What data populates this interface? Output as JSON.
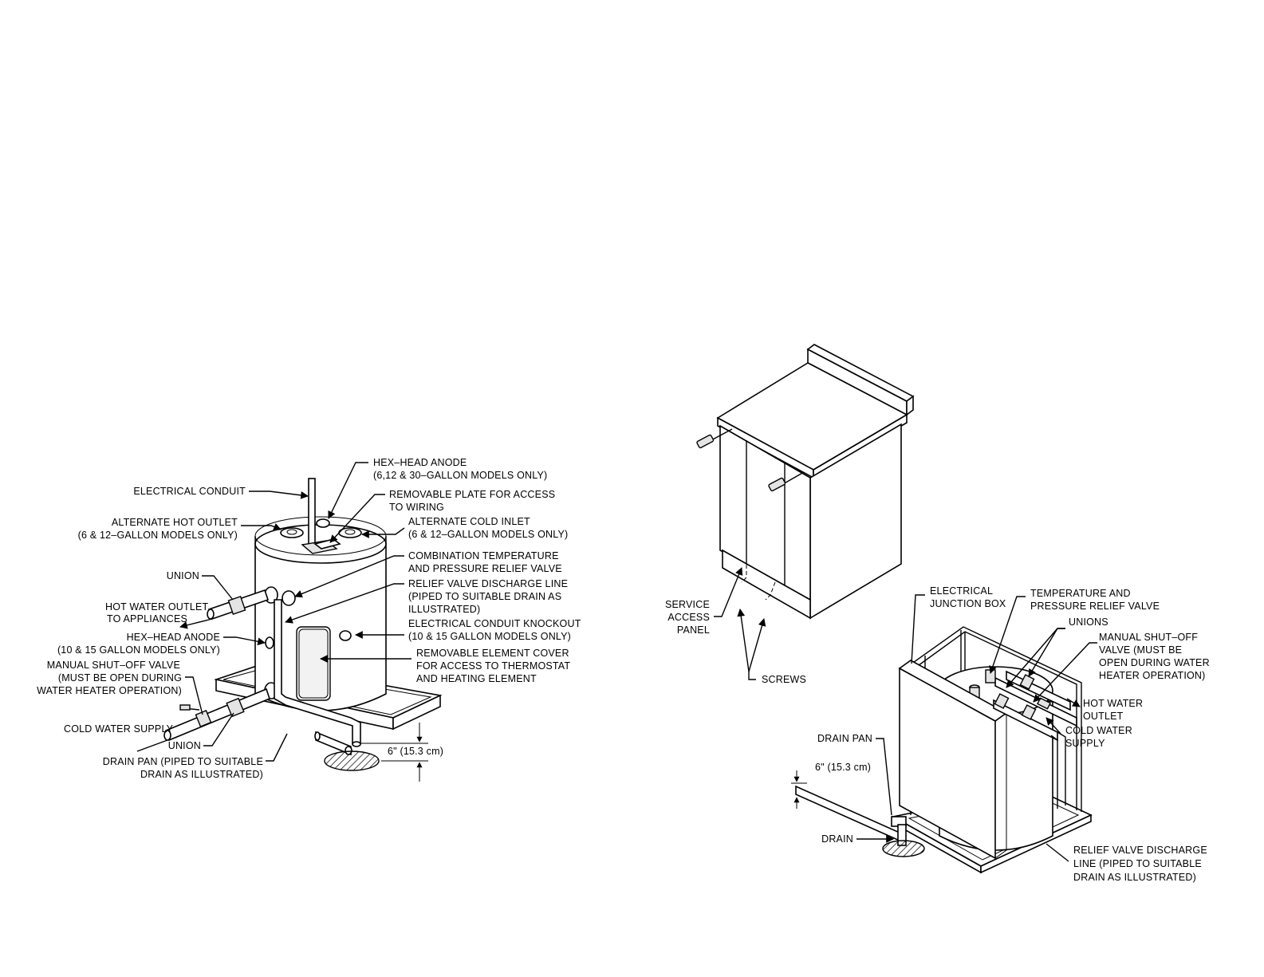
{
  "left_diagram": {
    "hex_head_anode_top": [
      "HEX–HEAD ANODE",
      "(6,12 & 30–GALLON MODELS ONLY)"
    ],
    "electrical_conduit": [
      "ELECTRICAL CONDUIT"
    ],
    "removable_plate": [
      "REMOVABLE PLATE FOR ACCESS",
      "TO WIRING"
    ],
    "alternate_hot_outlet": [
      "ALTERNATE HOT OUTLET",
      "(6 & 12–GALLON MODELS ONLY)"
    ],
    "alternate_cold_inlet": [
      "ALTERNATE COLD INLET",
      "(6 & 12–GALLON MODELS ONLY)"
    ],
    "combination_tp_valve": [
      "COMBINATION TEMPERATURE",
      "AND PRESSURE RELIEF VALVE"
    ],
    "union_top": [
      "UNION"
    ],
    "relief_valve_discharge": [
      "RELIEF VALVE DISCHARGE LINE",
      "(PIPED TO SUITABLE DRAIN AS",
      "ILLUSTRATED)"
    ],
    "hot_water_outlet": [
      "HOT WATER OUTLET",
      "TO APPLIANCES"
    ],
    "electrical_conduit_knockout": [
      "ELECTRICAL CONDUIT KNOCKOUT",
      "(10 & 15 GALLON MODELS ONLY)"
    ],
    "hex_head_anode_side": [
      "HEX–HEAD ANODE",
      "(10 & 15 GALLON MODELS ONLY)"
    ],
    "removable_element_cover": [
      "REMOVABLE ELEMENT COVER",
      "FOR ACCESS TO THERMOSTAT",
      "AND HEATING ELEMENT"
    ],
    "manual_shutoff": [
      "MANUAL SHUT–OFF VALVE",
      "(MUST BE OPEN DURING",
      "WATER HEATER OPERATION)"
    ],
    "cold_water_supply": [
      "COLD WATER SUPPLY"
    ],
    "union_bottom": [
      "UNION"
    ],
    "dimension": [
      "6\" (15.3 cm)"
    ],
    "drain_pan": [
      "DRAIN PAN (PIPED TO SUITABLE",
      "DRAIN AS ILLUSTRATED)"
    ]
  },
  "right_diagram": {
    "service_access_panel": [
      "SERVICE",
      "ACCESS",
      "PANEL"
    ],
    "screws": [
      "SCREWS"
    ],
    "electrical_junction_box": [
      "ELECTRICAL",
      "JUNCTION BOX"
    ],
    "temp_pressure_valve": [
      "TEMPERATURE AND",
      "PRESSURE RELIEF VALVE"
    ],
    "unions": [
      "UNIONS"
    ],
    "manual_shutoff": [
      "MANUAL SHUT–OFF",
      "VALVE (MUST BE",
      "OPEN DURING WATER",
      "HEATER OPERATION)"
    ],
    "hot_water_outlet": [
      "HOT WATER",
      "OUTLET"
    ],
    "cold_water_supply": [
      "COLD WATER",
      "SUPPLY"
    ],
    "drain_pan": [
      "DRAIN PAN"
    ],
    "dimension": [
      "6\" (15.3 cm)"
    ],
    "drain": [
      "DRAIN"
    ],
    "relief_valve_discharge": [
      "RELIEF VALVE DISCHARGE",
      "LINE (PIPED TO SUITABLE",
      "DRAIN AS ILLUSTRATED)"
    ]
  }
}
